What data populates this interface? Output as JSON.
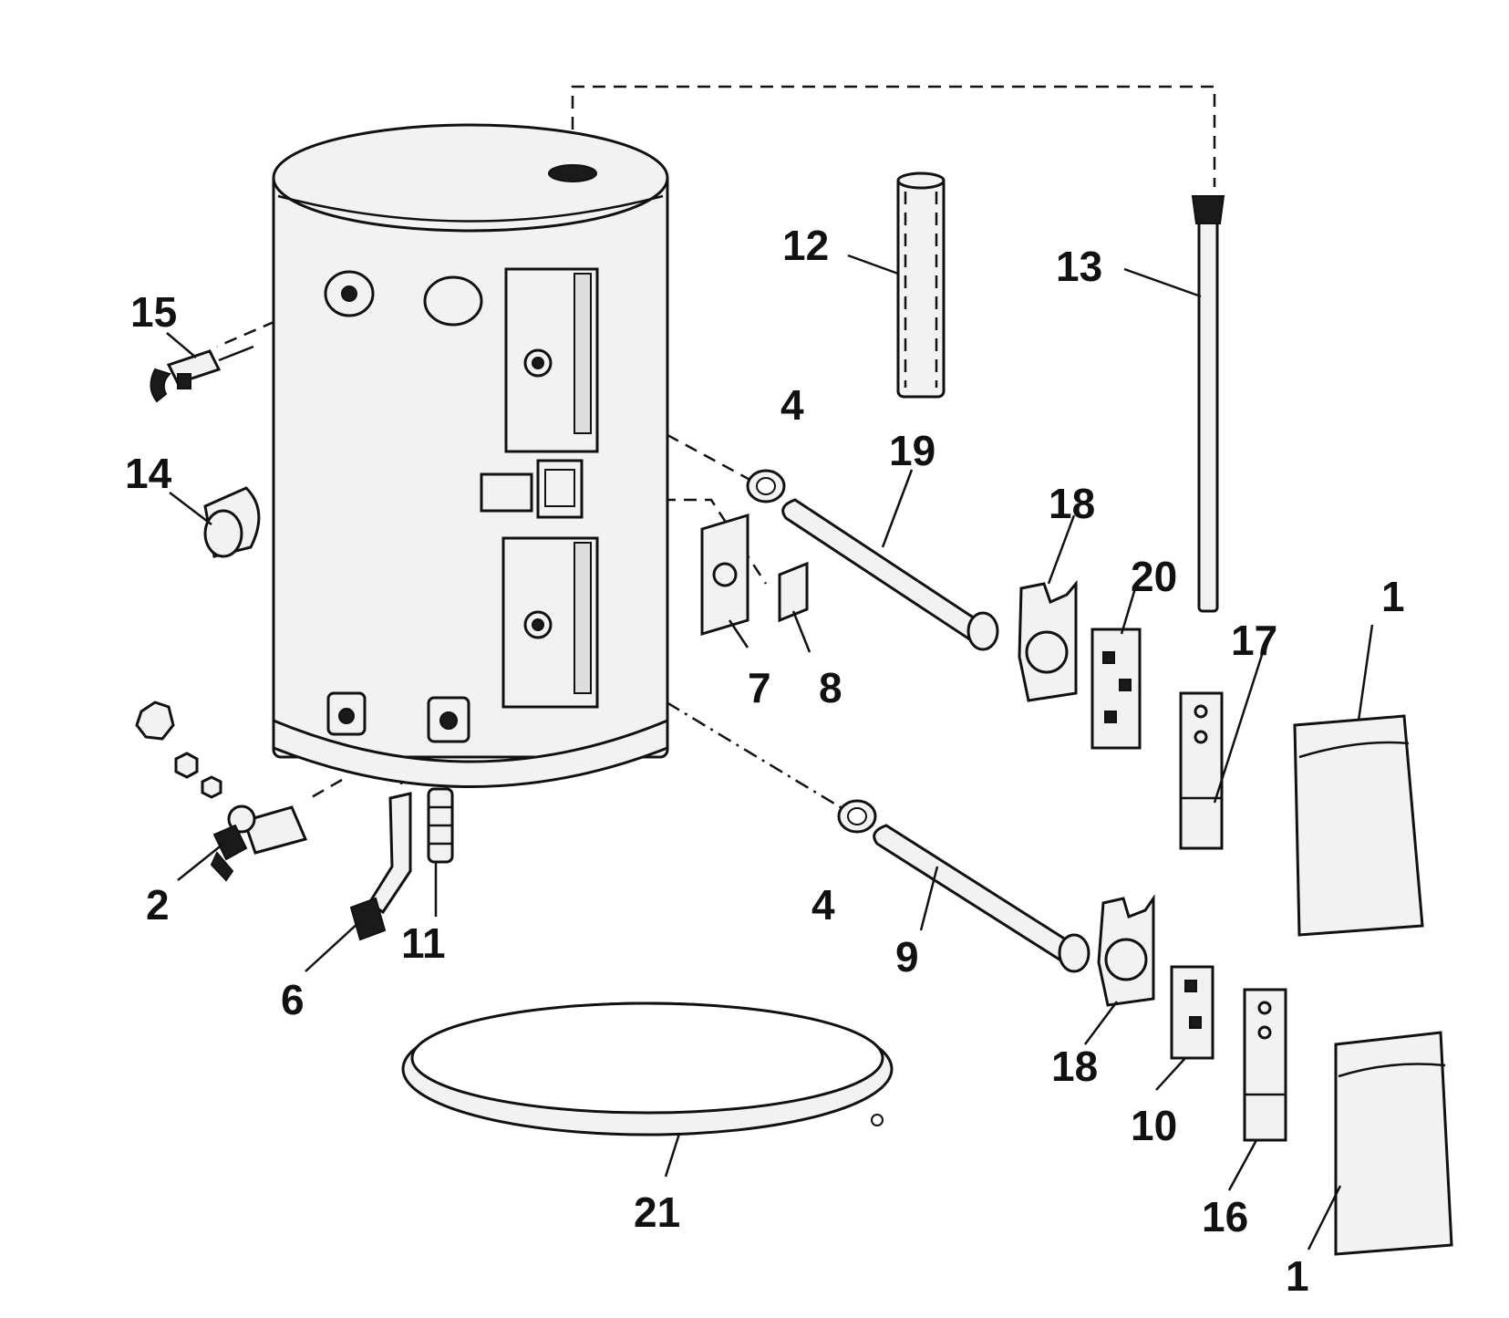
{
  "diagram": {
    "callouts": [
      {
        "key": "c1a",
        "label": "1"
      },
      {
        "key": "c1b",
        "label": "1"
      },
      {
        "key": "c2",
        "label": "2"
      },
      {
        "key": "c4a",
        "label": "4"
      },
      {
        "key": "c4b",
        "label": "4"
      },
      {
        "key": "c6",
        "label": "6"
      },
      {
        "key": "c7",
        "label": "7"
      },
      {
        "key": "c8",
        "label": "8"
      },
      {
        "key": "c9",
        "label": "9"
      },
      {
        "key": "c10",
        "label": "10"
      },
      {
        "key": "c11",
        "label": "11"
      },
      {
        "key": "c12",
        "label": "12"
      },
      {
        "key": "c13",
        "label": "13"
      },
      {
        "key": "c14",
        "label": "14"
      },
      {
        "key": "c15",
        "label": "15"
      },
      {
        "key": "c16",
        "label": "16"
      },
      {
        "key": "c17",
        "label": "17"
      },
      {
        "key": "c18a",
        "label": "18"
      },
      {
        "key": "c18b",
        "label": "18"
      },
      {
        "key": "c19",
        "label": "19"
      },
      {
        "key": "c20",
        "label": "20"
      },
      {
        "key": "c21",
        "label": "21"
      }
    ],
    "colors": {
      "ink": "#111111",
      "paper": "#ffffff",
      "part_fill": "#f2f2f2"
    }
  }
}
